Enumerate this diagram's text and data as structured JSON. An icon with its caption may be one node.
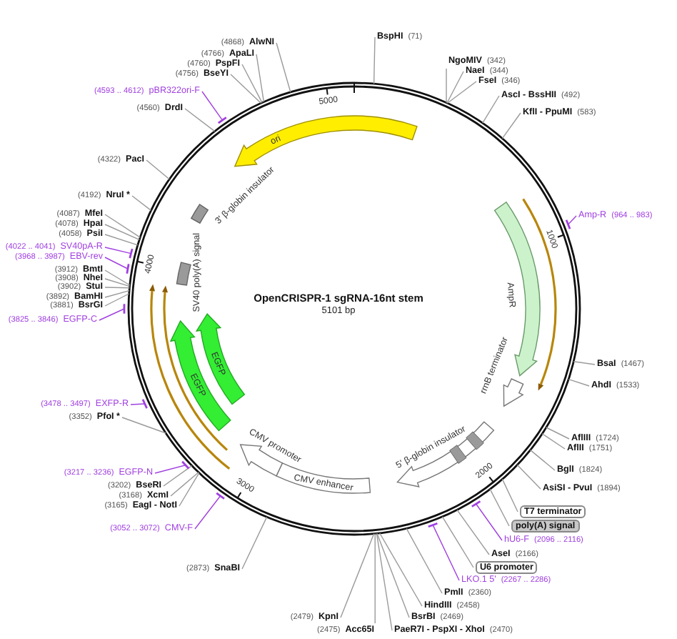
{
  "diagram": {
    "title": "OpenCRISPR-1 sgRNA-16nt stem",
    "nodes": [
      {
        "text": [
          "ori"
        ],
        "in": 62
      },
      {
        "text": [
          "AmpR"
        ],
        "in": 62
      },
      {
        "text": [
          "rrnB terminator"
        ],
        "in": 62
      },
      {
        "text": [
          "5' β-globin insulator"
        ],
        "in": 62
      },
      {
        "text": [
          "CMV enhancer"
        ],
        "in": 62
      },
      {
        "text": [
          "CMV promoter"
        ],
        "in": 62
      },
      {
        "text": [
          "EGFP"
        ],
        "in": 62
      },
      {
        "text": [
          "EGFP"
        ],
        "in": 62
      },
      {
        "text": [
          "SV40 poly(A) signal"
        ],
        "in": 62
      },
      {
        "text": [
          "3' β-globin insulator"
        ],
        "in": 62
      },
      {
        "text": [
          "(4868)",
          "AlwNI"
        ]
      },
      {
        "text": [
          "(4766)",
          "ApaLI"
        ]
      },
      {
        "text": [
          "(4760)",
          "PspFI"
        ]
      },
      {
        "text": [
          "(4756)",
          "BseYI"
        ]
      },
      {
        "text": [
          "(4593 .. 4612)",
          "pBR322ori-F"
        ]
      },
      {
        "text": [
          "(4560)",
          "DrdI"
        ]
      },
      {
        "text": [
          "(4322)",
          "PacI"
        ]
      },
      {
        "text": [
          "(4192)",
          "NruI *"
        ]
      },
      {
        "text": [
          "(4087)",
          "MfeI"
        ]
      },
      {
        "text": [
          "(4078)",
          "HpaI"
        ]
      },
      {
        "text": [
          "(4058)",
          "PsiI"
        ]
      },
      {
        "text": [
          "(4022 .. 4041)",
          "SV40pA-R"
        ]
      },
      {
        "text": [
          "(3968 .. 3987)",
          "EBV-rev"
        ]
      },
      {
        "text": [
          "(3912)",
          "BmtI"
        ]
      },
      {
        "text": [
          "(3908)",
          "NheI"
        ]
      },
      {
        "text": [
          "(3902)",
          "StuI"
        ]
      },
      {
        "text": [
          "(3892)",
          "BamHI"
        ]
      },
      {
        "text": [
          "(3881)",
          "BsrGI"
        ]
      },
      {
        "text": [
          "(3825 .. 3846)",
          "EGFP-C"
        ]
      },
      {
        "text": [
          "(3478 .. 3497)",
          "EXFP-R"
        ]
      },
      {
        "text": [
          "(3352)",
          "PfoI *"
        ]
      },
      {
        "text": [
          "(3217 .. 3236)",
          "EGFP-N"
        ]
      },
      {
        "text": [
          "(3202)",
          "BseRI"
        ]
      },
      {
        "text": [
          "(3168)",
          "XcmI"
        ]
      },
      {
        "text": [
          "(3165)",
          "EagI - NotI"
        ]
      },
      {
        "text": [
          "(3052 .. 3072)",
          "CMV-F"
        ]
      },
      {
        "text": [
          "(2873)",
          "SnaBI"
        ]
      },
      {
        "text": [
          "(2479)",
          "KpnI"
        ]
      },
      {
        "text": [
          "(2475)",
          "Acc65I"
        ]
      },
      {
        "text": [
          "PaeR7I - PspXI - XhoI",
          "(2470)"
        ]
      },
      {
        "text": [
          "BsrBI",
          "(2469)"
        ]
      },
      {
        "text": [
          "HindIII",
          "(2458)"
        ]
      },
      {
        "text": [
          "PmlI",
          "(2360)"
        ]
      },
      {
        "text": [
          "LKO.1 5'",
          "(2267 .. 2286)"
        ]
      },
      {
        "text": [
          "U6 promoter"
        ]
      },
      {
        "text": [
          "AseI",
          "(2166)"
        ]
      },
      {
        "text": [
          "hU6-F",
          "(2096 .. 2116)"
        ]
      },
      {
        "text": [
          "poly(A) signal"
        ]
      },
      {
        "text": [
          "T7 terminator"
        ]
      },
      {
        "text": [
          "AsiSI - PvuI",
          "(1894)"
        ]
      },
      {
        "text": [
          "BglI",
          "(1824)"
        ]
      },
      {
        "text": [
          "AflIII",
          "(1724)"
        ]
      },
      {
        "text": [
          "AflII",
          "(1751)"
        ]
      },
      {
        "text": [
          "AhdI",
          "(1533)"
        ]
      },
      {
        "text": [
          "BsaI",
          "(1467)"
        ]
      },
      {
        "text": [
          "Amp-R",
          "(964 .. 983)"
        ]
      },
      {
        "text": [
          "KflI - PpuMI",
          "(583)"
        ]
      },
      {
        "text": [
          "AscI - BssHII",
          "(492)"
        ]
      },
      {
        "text": [
          "FseI",
          "(346)"
        ]
      },
      {
        "text": [
          "NaeI",
          "(344)"
        ]
      },
      {
        "text": [
          "NgoMIV",
          "(342)"
        ]
      },
      {
        "text": [
          "BspHI",
          "(71)"
        ]
      },
      {
        "text": [],
        "shape": "circle"
      },
      {
        "text": [],
        "shape": "bar"
      },
      {
        "text": [],
        "shape": "bar"
      },
      {
        "text": [],
        "shape": "bar"
      },
      {
        "text": [],
        "shape": "bar"
      },
      {
        "text": [],
        "shape": "bar"
      },
      {
        "text": [],
        "shape": "bar"
      },
      {
        "text": [],
        "shape": "bar"
      },
      {
        "text": [],
        "shape": "bar"
      },
      {
        "text": [],
        "shape": "bar"
      },
      {
        "text": [],
        "shape": "bar"
      }
    ],
    "edges": [
      {
        "from": 10,
        "to": 62,
        "arrow": "none"
      },
      {
        "from": 11,
        "to": 62,
        "arrow": "none"
      },
      {
        "from": 12,
        "to": 62,
        "arrow": "none"
      },
      {
        "from": 13,
        "to": 62,
        "arrow": "none"
      },
      {
        "from": 14,
        "to": 63,
        "arrow": "none",
        "color": "#a040e0"
      },
      {
        "from": 15,
        "to": 62,
        "arrow": "none"
      },
      {
        "from": 16,
        "to": 62,
        "arrow": "none"
      },
      {
        "from": 17,
        "to": 62,
        "arrow": "none"
      },
      {
        "from": 18,
        "to": 62,
        "arrow": "none"
      },
      {
        "from": 19,
        "to": 62,
        "arrow": "none"
      },
      {
        "from": 20,
        "to": 62,
        "arrow": "none"
      },
      {
        "from": 21,
        "to": 64,
        "arrow": "none",
        "color": "#a040e0"
      },
      {
        "from": 22,
        "to": 65,
        "arrow": "none",
        "color": "#a040e0"
      },
      {
        "from": 23,
        "to": 62,
        "arrow": "none"
      },
      {
        "from": 24,
        "to": 62,
        "arrow": "none"
      },
      {
        "from": 25,
        "to": 62,
        "arrow": "none"
      },
      {
        "from": 26,
        "to": 62,
        "arrow": "none"
      },
      {
        "from": 27,
        "to": 62,
        "arrow": "none"
      },
      {
        "from": 28,
        "to": 66,
        "arrow": "none",
        "color": "#a040e0"
      },
      {
        "from": 29,
        "to": 67,
        "arrow": "none",
        "color": "#a040e0"
      },
      {
        "from": 30,
        "to": 62,
        "arrow": "none"
      },
      {
        "from": 31,
        "to": 68,
        "arrow": "none",
        "color": "#a040e0"
      },
      {
        "from": 32,
        "to": 62,
        "arrow": "none"
      },
      {
        "from": 33,
        "to": 62,
        "arrow": "none"
      },
      {
        "from": 34,
        "to": 62,
        "arrow": "none"
      },
      {
        "from": 35,
        "to": 69,
        "arrow": "none",
        "color": "#a040e0"
      },
      {
        "from": 36,
        "to": 62,
        "arrow": "none"
      },
      {
        "from": 37,
        "to": 62,
        "arrow": "none"
      },
      {
        "from": 38,
        "to": 62,
        "arrow": "none"
      },
      {
        "from": 39,
        "to": 62,
        "arrow": "none"
      },
      {
        "from": 40,
        "to": 62,
        "arrow": "none"
      },
      {
        "from": 41,
        "to": 62,
        "arrow": "none"
      },
      {
        "from": 42,
        "to": 62,
        "arrow": "none"
      },
      {
        "from": 43,
        "to": 70,
        "arrow": "none",
        "color": "#a040e0"
      },
      {
        "from": 44,
        "to": 62,
        "arrow": "none"
      },
      {
        "from": 45,
        "to": 62,
        "arrow": "none"
      },
      {
        "from": 46,
        "to": 71,
        "arrow": "none",
        "color": "#a040e0"
      },
      {
        "from": 47,
        "to": 62,
        "arrow": "none"
      },
      {
        "from": 48,
        "to": 62,
        "arrow": "none"
      },
      {
        "from": 49,
        "to": 62,
        "arrow": "none"
      },
      {
        "from": 50,
        "to": 62,
        "arrow": "none"
      },
      {
        "from": 51,
        "to": 62,
        "arrow": "none"
      },
      {
        "from": 52,
        "to": 62,
        "arrow": "none"
      },
      {
        "from": 53,
        "to": 62,
        "arrow": "none"
      },
      {
        "from": 54,
        "to": 62,
        "arrow": "none"
      },
      {
        "from": 55,
        "to": 72,
        "arrow": "none",
        "color": "#a040e0"
      },
      {
        "from": 56,
        "to": 62,
        "arrow": "none"
      },
      {
        "from": 57,
        "to": 62,
        "arrow": "none"
      },
      {
        "from": 58,
        "to": 62,
        "arrow": "none"
      },
      {
        "from": 59,
        "to": 62,
        "arrow": "none"
      },
      {
        "from": 60,
        "to": 62,
        "arrow": "none"
      },
      {
        "from": 61,
        "to": 62,
        "arrow": "none"
      }
    ],
    "labels": [
      "5101 bp",
      "5000",
      "1000",
      "2000",
      "3000",
      "4000"
    ]
  }
}
